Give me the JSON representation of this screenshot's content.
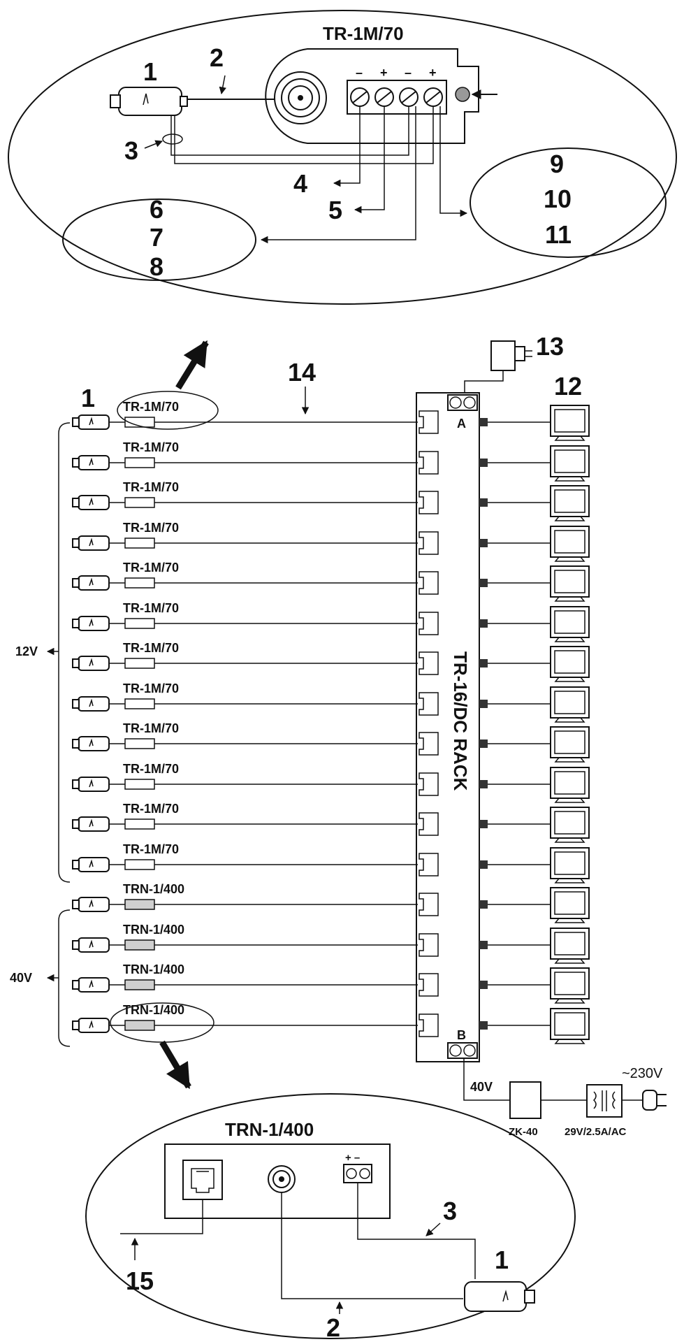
{
  "top_detail": {
    "device_title": "TR-1M/70",
    "polarity_labels": [
      "–",
      "+",
      "–",
      "+"
    ],
    "callouts": {
      "camera": "1",
      "coax": "2",
      "pair": "3",
      "out4": "4",
      "out5": "5",
      "group_left": [
        "6",
        "7",
        "8"
      ],
      "group_right": [
        "9",
        "10",
        "11"
      ]
    }
  },
  "main": {
    "camera_label": "1",
    "cable_label": "14",
    "adapter_label": "13",
    "monitors_label": "12",
    "rack_title": "TR-16/DC RACK",
    "terminal_a": "A",
    "terminal_b": "B",
    "transmitters": [
      "TR-1M/70",
      "TR-1M/70",
      "TR-1M/70",
      "TR-1M/70",
      "TR-1M/70",
      "TR-1M/70",
      "TR-1M/70",
      "TR-1M/70",
      "TR-1M/70",
      "TR-1M/70",
      "TR-1M/70",
      "TR-1M/70",
      "TRN-1/400",
      "TRN-1/400",
      "TRN-1/400",
      "TRN-1/400"
    ],
    "voltage_12": "12V",
    "voltage_40": "40V",
    "supply_voltage": "40V",
    "zk_label": "ZK-40",
    "transformer_label": "29V/2.5A/AC",
    "mains_label": "~230V"
  },
  "bottom_detail": {
    "device_title": "TRN-1/400",
    "polarity": "+ –",
    "callouts": {
      "pair": "3",
      "camera": "1",
      "utp": "15",
      "coax": "2"
    }
  }
}
